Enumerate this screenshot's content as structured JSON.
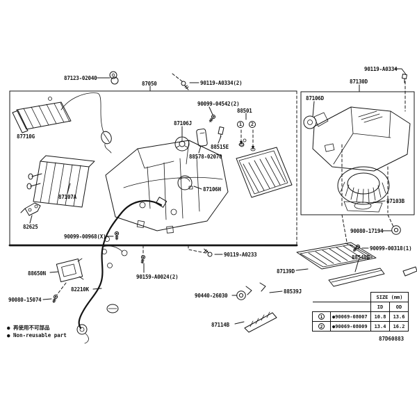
{
  "diagram": {
    "footer_code": "87D60883",
    "bullet": "●",
    "legend": {
      "jp": "再使用不可部品",
      "en": "Non-reusable part"
    },
    "labels": [
      {
        "text": "87123-02040"
      },
      {
        "text": "87050"
      },
      {
        "text": "90119-A0334(2)"
      },
      {
        "text": "90119-A0334"
      },
      {
        "text": "87130D"
      },
      {
        "text": "87106D"
      },
      {
        "text": "87710G"
      },
      {
        "text": "90099-04542(2)"
      },
      {
        "text": "88501"
      },
      {
        "text": "87106J"
      },
      {
        "text": "88515E"
      },
      {
        "text": "88578-02070"
      },
      {
        "text": "87106H"
      },
      {
        "text": "87107A"
      },
      {
        "text": "82625"
      },
      {
        "text": "90099-00968(X)"
      },
      {
        "text": "87103B"
      },
      {
        "text": "90080-17194"
      },
      {
        "text": "90099-00318(1)"
      },
      {
        "text": "88548B"
      },
      {
        "text": "88650N"
      },
      {
        "text": "90080-15074"
      },
      {
        "text": "82210K"
      },
      {
        "text": "90159-A0024(2)"
      },
      {
        "text": "90119-A0233"
      },
      {
        "text": "90440-26030"
      },
      {
        "text": "87139D"
      },
      {
        "text": "88539J"
      },
      {
        "text": "87114B"
      }
    ]
  },
  "size_table": {
    "title": "SIZE (mm)",
    "columns": [
      "ID",
      "OD"
    ],
    "rows": [
      {
        "index": "1",
        "part_number": "90069-08007",
        "id_mm": "10.8",
        "od_mm": "13.6"
      },
      {
        "index": "2",
        "part_number": "90069-08009",
        "id_mm": "13.4",
        "od_mm": "16.2"
      }
    ]
  }
}
